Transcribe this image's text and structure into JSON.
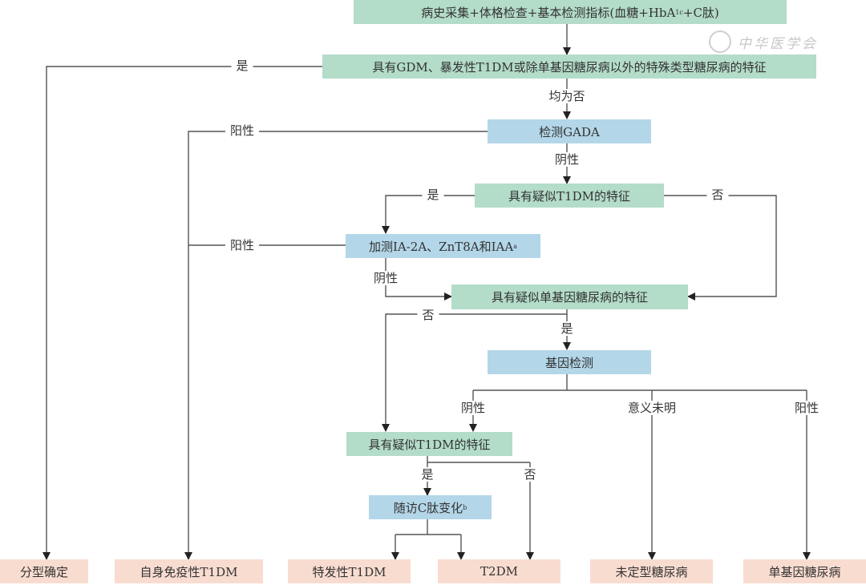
{
  "watermark": {
    "text": "中华医学会",
    "icon": "society-seal-icon"
  },
  "nodes": {
    "start": {
      "text": "病史采集+体格检查+基本检测指标(血糖+HbA",
      "sub": "1c",
      "tail": "+C肽)"
    },
    "special_types": {
      "text": "具有GDM、暴发性T1DM或除单基因糖尿病以外的特殊类型糖尿病的特征"
    },
    "gada": {
      "text": "检测GADA"
    },
    "suspect_t1dm_1": {
      "text": "具有疑似T1DM的特征"
    },
    "extra_antibodies": {
      "text": "加测IA-2A、ZnT8A和IAA",
      "sup": "a"
    },
    "suspect_monogenic": {
      "text": "具有疑似单基因糖尿病的特征"
    },
    "genetic_test": {
      "text": "基因检测"
    },
    "suspect_t1dm_2": {
      "text": "具有疑似T1DM的特征"
    },
    "followup_cpeptide": {
      "text": "随访C肽变化",
      "sup": "b"
    }
  },
  "outcomes": [
    {
      "id": "type_confirmed",
      "text": "分型确定"
    },
    {
      "id": "autoimmune_t1dm",
      "text": "自身免疫性T1DM"
    },
    {
      "id": "idiopathic_t1dm",
      "text": "特发性T1DM"
    },
    {
      "id": "t2dm",
      "text": "T2DM"
    },
    {
      "id": "unclassified",
      "text": "未定型糖尿病"
    },
    {
      "id": "monogenic",
      "text": "单基因糖尿病"
    }
  ],
  "edge_labels": {
    "special_yes": "是",
    "all_no": "均为否",
    "gada_positive": "阳性",
    "gada_negative": "阴性",
    "t1dm1_yes": "是",
    "t1dm1_no": "否",
    "extra_positive": "阳性",
    "extra_negative": "阴性",
    "mono_no": "否",
    "mono_yes": "是",
    "gene_negative": "阴性",
    "gene_uncertain": "意义未明",
    "gene_positive": "阳性",
    "t1dm2_yes": "是",
    "t1dm2_no": "否"
  }
}
